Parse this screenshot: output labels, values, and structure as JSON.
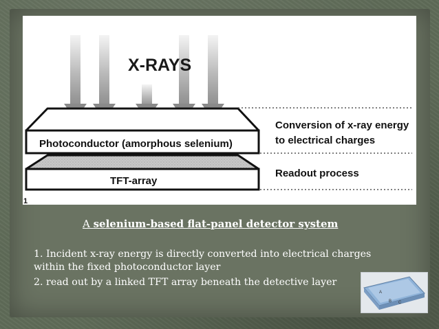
{
  "diagram": {
    "xrays_label": "X-RAYS",
    "photoconductor_label": "Photoconductor (amorphous selenium)",
    "tft_label": "TFT-array",
    "conversion_label_line1": "Conversion of x-ray energy",
    "conversion_label_line2": "to electrical charges",
    "readout_label": "Readout process",
    "corner_mark": "1"
  },
  "caption": {
    "prefix": "A ",
    "title": "selenium-based flat-panel detector system"
  },
  "points": {
    "point1": "1. Incident x-ray energy is directly converted into electrical charges within the fixed photoconductor layer",
    "point2": "2. read out by a linked TFT array beneath the detective layer"
  },
  "thumbnail": {
    "label_a": "A",
    "label_b": "B",
    "label_c": "C"
  },
  "colors": {
    "background": "#5f6b58",
    "panel": "#6a7362",
    "arrow_dark": "#9a9a9a",
    "tft_fill": "#c2c2c2",
    "text": "#ffffff"
  }
}
